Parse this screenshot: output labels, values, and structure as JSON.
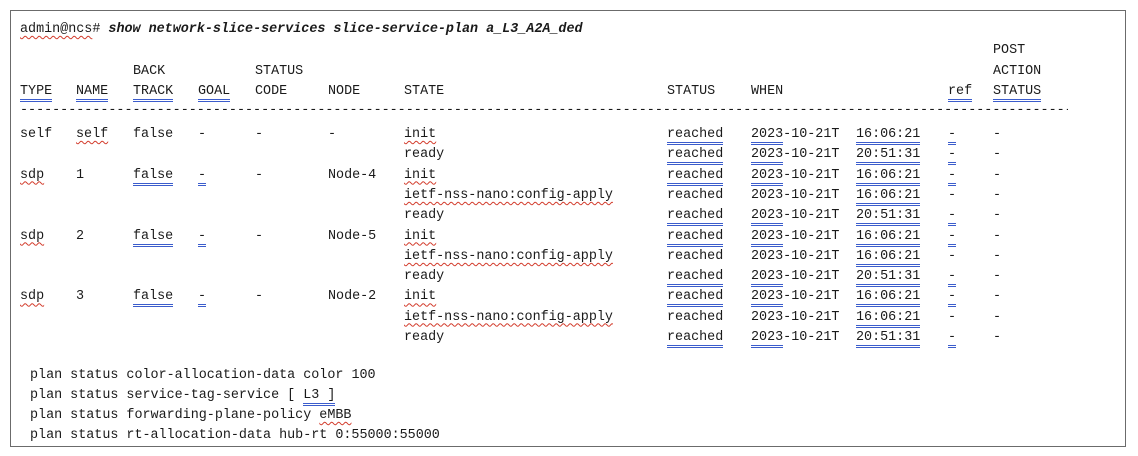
{
  "prompt": {
    "user": "admin@ncs",
    "symbol": "#",
    "command": "show network-slice-services slice-service-plan a_L3_A2A_ded"
  },
  "headers": {
    "type": "TYPE",
    "name": "NAME",
    "back_track_1": "BACK",
    "back_track_2": "TRACK",
    "goal": "GOAL",
    "status_code_1": "STATUS",
    "status_code_2": "CODE",
    "node": "NODE",
    "state": "STATE",
    "status": "STATUS",
    "when": "WHEN",
    "ref": "ref",
    "post_1": "POST",
    "post_2": "ACTION",
    "post_3": "STATUS"
  },
  "separator": "--------------------------------------------------------------------------------------------------------------------------------------------------",
  "rows": [
    {
      "type": "self",
      "name": "self",
      "back_track": "false",
      "goal": "-",
      "status_code": "-",
      "node": "-",
      "state": "init",
      "status": "reached",
      "when_date": "2023-10-21T",
      "when_time": "16:06:21",
      "ref": "-",
      "post": "-"
    },
    {
      "type": "",
      "name": "",
      "back_track": "",
      "goal": "",
      "status_code": "",
      "node": "",
      "state": "ready",
      "status": "reached",
      "when_date": "2023-10-21T",
      "when_time": "20:51:31",
      "ref": "-",
      "post": "-"
    },
    {
      "type": "sdp",
      "name": "1",
      "back_track": "false",
      "goal": "-",
      "status_code": "-",
      "node": "Node-4",
      "state": "init",
      "status": "reached",
      "when_date": "2023-10-21T",
      "when_time": "16:06:21",
      "ref": "-",
      "post": "-"
    },
    {
      "type": "",
      "name": "",
      "back_track": "",
      "goal": "",
      "status_code": "",
      "node": "",
      "state": "ietf-nss-nano:config-apply",
      "status": "reached",
      "when_date": "2023-10-21T",
      "when_time": "16:06:21",
      "ref": "-",
      "post": "-"
    },
    {
      "type": "",
      "name": "",
      "back_track": "",
      "goal": "",
      "status_code": "",
      "node": "",
      "state": "ready",
      "status": "reached",
      "when_date": "2023-10-21T",
      "when_time": "20:51:31",
      "ref": "-",
      "post": "-"
    },
    {
      "type": "sdp",
      "name": "2",
      "back_track": "false",
      "goal": "-",
      "status_code": "-",
      "node": "Node-5",
      "state": "init",
      "status": "reached",
      "when_date": "2023-10-21T",
      "when_time": "16:06:21",
      "ref": "-",
      "post": "-"
    },
    {
      "type": "",
      "name": "",
      "back_track": "",
      "goal": "",
      "status_code": "",
      "node": "",
      "state": "ietf-nss-nano:config-apply",
      "status": "reached",
      "when_date": "2023-10-21T",
      "when_time": "16:06:21",
      "ref": "-",
      "post": "-"
    },
    {
      "type": "",
      "name": "",
      "back_track": "",
      "goal": "",
      "status_code": "",
      "node": "",
      "state": "ready",
      "status": "reached",
      "when_date": "2023-10-21T",
      "when_time": "20:51:31",
      "ref": "-",
      "post": "-"
    },
    {
      "type": "sdp",
      "name": "3",
      "back_track": "false",
      "goal": "-",
      "status_code": "-",
      "node": "Node-2",
      "state": "init",
      "status": "reached",
      "when_date": "2023-10-21T",
      "when_time": "16:06:21",
      "ref": "-",
      "post": "-"
    },
    {
      "type": "",
      "name": "",
      "back_track": "",
      "goal": "",
      "status_code": "",
      "node": "",
      "state": "ietf-nss-nano:config-apply",
      "status": "reached",
      "when_date": "2023-10-21T",
      "when_time": "16:06:21",
      "ref": "-",
      "post": "-"
    },
    {
      "type": "",
      "name": "",
      "back_track": "",
      "goal": "",
      "status_code": "",
      "node": "",
      "state": "ready",
      "status": "reached",
      "when_date": "2023-10-21T",
      "when_time": "20:51:31",
      "ref": "-",
      "post": "-"
    }
  ],
  "plan_status": {
    "color": {
      "prefix": "plan status color-allocation-data color ",
      "value": "100"
    },
    "service_tag": {
      "prefix": "plan status service-tag-service [ ",
      "value": "L3 ]"
    },
    "forwarding": {
      "prefix": "plan status forwarding-plane-policy ",
      "value": "eMBB"
    },
    "rt": {
      "prefix": "plan status rt-allocation-data hub-rt ",
      "value": "0:55000:55000"
    }
  }
}
